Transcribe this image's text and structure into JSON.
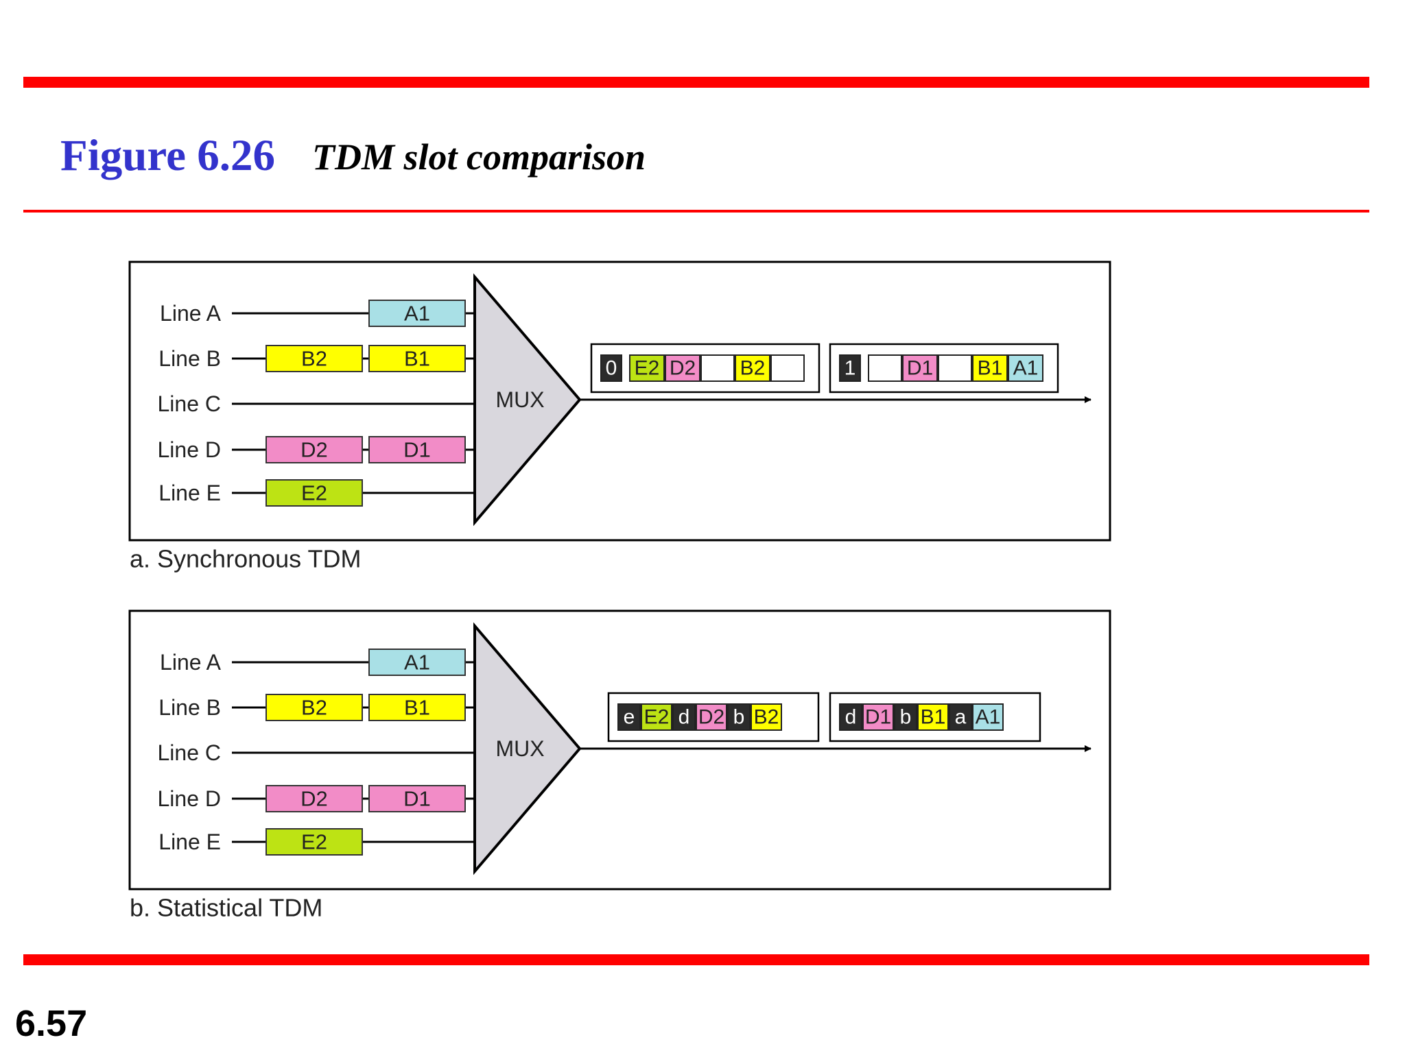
{
  "slide": {
    "figure_number": "Figure 6.26",
    "caption": "TDM slot comparison",
    "page_number": "6.57"
  },
  "colors": {
    "rule": "#ff0000",
    "figure_number": "#3333cc",
    "A": "#a9e0e6",
    "B": "#ffff00",
    "D": "#f28cc7",
    "E": "#bde314",
    "mux": "#d9d7dd",
    "dark": "#2b2b2b"
  },
  "panels": [
    {
      "id": "synchronous",
      "caption": "a. Synchronous TDM",
      "lines": [
        "Line A",
        "Line B",
        "Line C",
        "Line D",
        "Line E"
      ],
      "mux_label": "MUX",
      "inputs": [
        {
          "line": 0,
          "slots": [
            {
              "text": "A1",
              "color": "A",
              "col": 1
            }
          ]
        },
        {
          "line": 1,
          "slots": [
            {
              "text": "B2",
              "color": "B",
              "col": 0
            },
            {
              "text": "B1",
              "color": "B",
              "col": 1
            }
          ]
        },
        {
          "line": 2,
          "slots": []
        },
        {
          "line": 3,
          "slots": [
            {
              "text": "D2",
              "color": "D",
              "col": 0
            },
            {
              "text": "D1",
              "color": "D",
              "col": 1
            }
          ]
        },
        {
          "line": 4,
          "slots": [
            {
              "text": "E2",
              "color": "E",
              "col": 0
            }
          ]
        }
      ],
      "frames": [
        [
          {
            "text": "0",
            "type": "dark"
          },
          {
            "text": "E2",
            "type": "E"
          },
          {
            "text": "D2",
            "type": "D"
          },
          {
            "text": "",
            "type": "empty"
          },
          {
            "text": "B2",
            "type": "B"
          },
          {
            "text": "",
            "type": "empty"
          }
        ],
        [
          {
            "text": "1",
            "type": "dark"
          },
          {
            "text": "",
            "type": "empty"
          },
          {
            "text": "D1",
            "type": "D"
          },
          {
            "text": "",
            "type": "empty"
          },
          {
            "text": "B1",
            "type": "B"
          },
          {
            "text": "A1",
            "type": "A"
          }
        ]
      ]
    },
    {
      "id": "statistical",
      "caption": "b. Statistical TDM",
      "lines": [
        "Line A",
        "Line B",
        "Line C",
        "Line D",
        "Line E"
      ],
      "mux_label": "MUX",
      "inputs": [
        {
          "line": 0,
          "slots": [
            {
              "text": "A1",
              "color": "A",
              "col": 1
            }
          ]
        },
        {
          "line": 1,
          "slots": [
            {
              "text": "B2",
              "color": "B",
              "col": 0
            },
            {
              "text": "B1",
              "color": "B",
              "col": 1
            }
          ]
        },
        {
          "line": 2,
          "slots": []
        },
        {
          "line": 3,
          "slots": [
            {
              "text": "D2",
              "color": "D",
              "col": 0
            },
            {
              "text": "D1",
              "color": "D",
              "col": 1
            }
          ]
        },
        {
          "line": 4,
          "slots": [
            {
              "text": "E2",
              "color": "E",
              "col": 0
            }
          ]
        }
      ],
      "frames": [
        [
          {
            "text": "e",
            "type": "dark"
          },
          {
            "text": "E2",
            "type": "E"
          },
          {
            "text": "d",
            "type": "dark"
          },
          {
            "text": "D2",
            "type": "D"
          },
          {
            "text": "b",
            "type": "dark"
          },
          {
            "text": "B2",
            "type": "B"
          }
        ],
        [
          {
            "text": "d",
            "type": "dark"
          },
          {
            "text": "D1",
            "type": "D"
          },
          {
            "text": "b",
            "type": "dark"
          },
          {
            "text": "B1",
            "type": "B"
          },
          {
            "text": "a",
            "type": "dark"
          },
          {
            "text": "A1",
            "type": "A"
          }
        ]
      ]
    }
  ]
}
